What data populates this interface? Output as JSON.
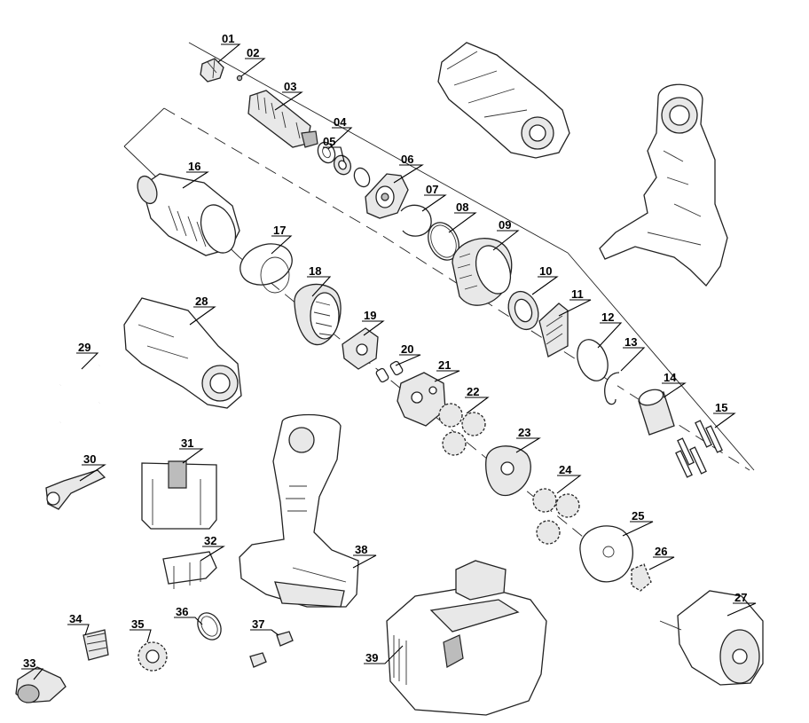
{
  "diagram": {
    "part_labels": [
      "01",
      "02",
      "03",
      "04",
      "05",
      "06",
      "07",
      "08",
      "09",
      "10",
      "11",
      "12",
      "13",
      "14",
      "15",
      "16",
      "17",
      "18",
      "19",
      "20",
      "21",
      "22",
      "23",
      "24",
      "25",
      "26",
      "27",
      "28",
      "29",
      "30",
      "31",
      "32",
      "33",
      "34",
      "35",
      "36",
      "37",
      "38",
      "39"
    ]
  }
}
